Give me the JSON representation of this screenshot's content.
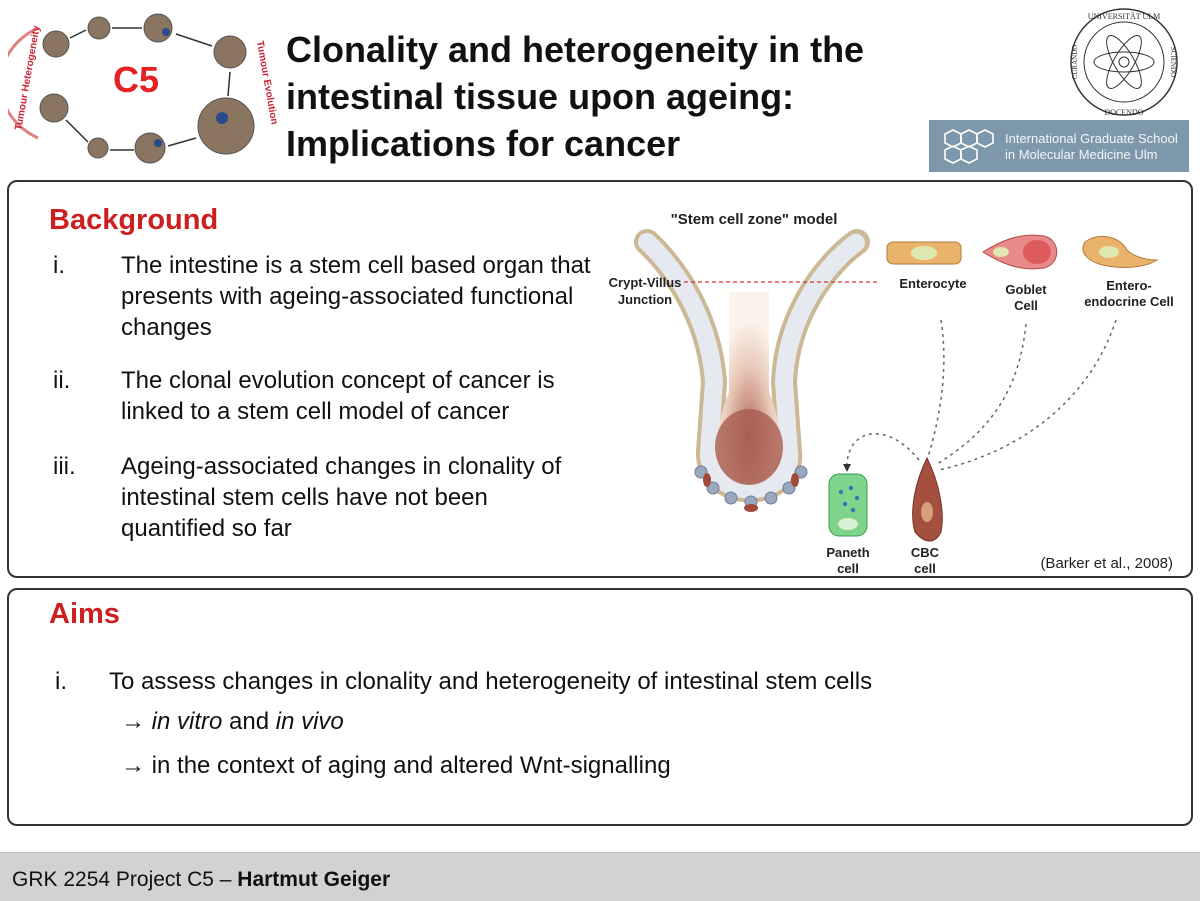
{
  "logo": {
    "label": "C5",
    "left_arc_text": "Tumour Heterogeneity",
    "right_arc_text": "Tumour Evolution",
    "accent": "#e52222"
  },
  "title": {
    "line1": "Clonality and heterogeneity in the",
    "line2": "intestinal tissue upon ageing:",
    "line3": "Implications for cancer"
  },
  "university_seal": {
    "text_top": "UNIVERSITÄT ULM",
    "text_right": "SCIENDO",
    "text_bottom": "DOCENDO",
    "text_left": "CURANDO"
  },
  "graduate_school": {
    "line1": "International Graduate School",
    "line2": "in Molecular Medicine Ulm",
    "color": "#7d98aa"
  },
  "background": {
    "heading": "Background",
    "items": [
      {
        "num": "i.",
        "text": "The intestine is a stem cell based organ that presents with ageing-associated functional changes"
      },
      {
        "num": "ii.",
        "text": "The clonal evolution concept of cancer is linked to a stem cell model of cancer"
      },
      {
        "num": "iii.",
        "text": "Ageing-associated changes in clonality of intestinal stem cells have not been quantified so far"
      }
    ],
    "diagram": {
      "title": "\"Stem cell zone\" model",
      "junction_label_1": "Crypt-Villus",
      "junction_label_2": "Junction",
      "enterocyte": "Enterocyte",
      "goblet_1": "Goblet",
      "goblet_2": "Cell",
      "entero_1": "Entero-",
      "entero_2": "endocrine Cell",
      "paneth_1": "Paneth",
      "paneth_2": "cell",
      "cbc_1": "CBC",
      "cbc_2": "cell",
      "citation": "(Barker et al., 2008)"
    }
  },
  "aims": {
    "heading": "Aims",
    "item_num": "i.",
    "item_text": "To assess changes in clonality and heterogeneity of intestinal stem cells",
    "arrow": "→",
    "sub1_a": "in vitro",
    "sub1_b": " and ",
    "sub1_c": "in vivo",
    "sub2": "in the context of aging and altered Wnt-signalling"
  },
  "footer": {
    "project": "GRK 2254 Project C5  – ",
    "person": "Hartmut Geiger"
  }
}
